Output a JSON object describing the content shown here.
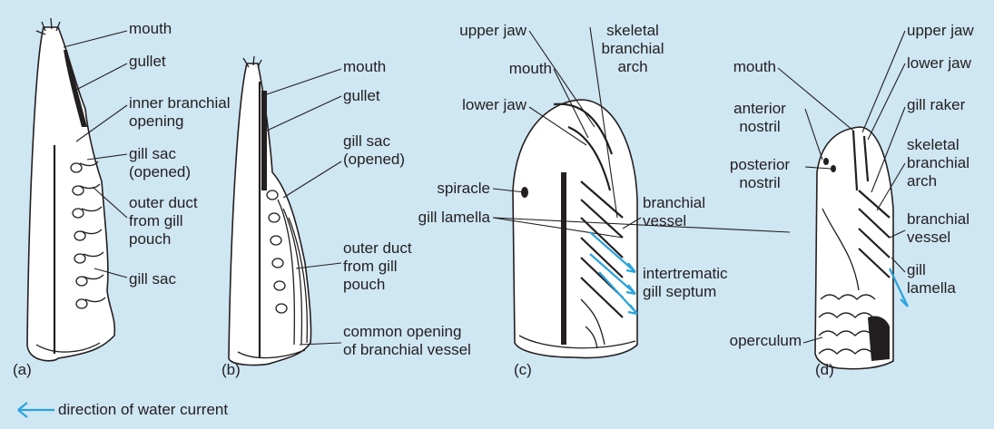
{
  "colors": {
    "background": "#cfe6f3",
    "ink": "#231f20",
    "water_current_arrow": "#29a3dc"
  },
  "panel_a": {
    "letter": "(a)",
    "labels": {
      "mouth": "mouth",
      "gullet": "gullet",
      "inner_branchial_opening": "inner branchial\nopening",
      "gill_sac_opened": "gill sac\n(opened)",
      "outer_duct": "outer duct\nfrom gill\npouch",
      "gill_sac": "gill sac"
    }
  },
  "panel_b": {
    "letter": "(b)",
    "labels": {
      "mouth": "mouth",
      "gullet": "gullet",
      "gill_sac_opened": "gill sac\n(opened)",
      "outer_duct": "outer duct\nfrom gill\npouch",
      "common_opening": "common opening\nof branchial vessel"
    }
  },
  "panel_c": {
    "letter": "(c)",
    "labels": {
      "upper_jaw": "upper jaw",
      "mouth": "mouth",
      "lower_jaw": "lower jaw",
      "spiracle": "spiracle",
      "gill_lamella": "gill lamella",
      "skeletal_branchial_arch": "skeletal\nbranchial\narch",
      "branchial_vessel": "branchial\nvessel",
      "intertrematic_gill_septum": "intertrematic\ngill septum"
    }
  },
  "panel_d": {
    "letter": "(d)",
    "labels": {
      "mouth": "mouth",
      "anterior_nostril": "anterior\nnostril",
      "posterior_nostril": "posterior\nnostril",
      "operculum": "operculum",
      "upper_jaw": "upper jaw",
      "lower_jaw": "lower jaw",
      "gill_raker": "gill raker",
      "skeletal_branchial_arch": "skeletal\nbranchial\narch",
      "branchial_vessel": "branchial\nvessel",
      "gill_lamella": "gill\nlamella"
    }
  },
  "legend": {
    "text": "direction of water current"
  }
}
